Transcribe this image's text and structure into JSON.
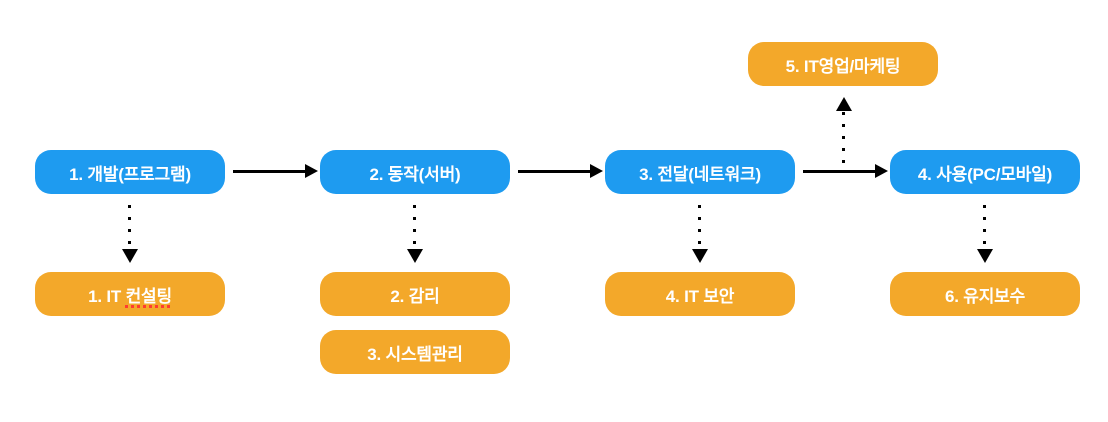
{
  "colors": {
    "flow_box": "#1e9bf0",
    "service_box": "#f3a82a",
    "box_text": "#ffffff",
    "arrow": "#000000",
    "spellcheck_underline": "#ff3b30",
    "background": "#ffffff"
  },
  "flow_nodes": [
    {
      "label": "1. 개발(프로그램)"
    },
    {
      "label": "2. 동작(서버)"
    },
    {
      "label": "3. 전달(네트워크)"
    },
    {
      "label": "4. 사용(PC/모바일)"
    }
  ],
  "service_nodes": {
    "marketing": {
      "label": "5. IT영업/마케팅"
    },
    "consulting": {
      "prefix": "1. IT ",
      "underlined": "컨설팅"
    },
    "audit": {
      "label": "2. 감리"
    },
    "system_mgmt": {
      "label": "3. 시스템관리"
    },
    "security": {
      "label": "4. IT 보안"
    },
    "maintenance": {
      "label": "6. 유지보수"
    }
  }
}
